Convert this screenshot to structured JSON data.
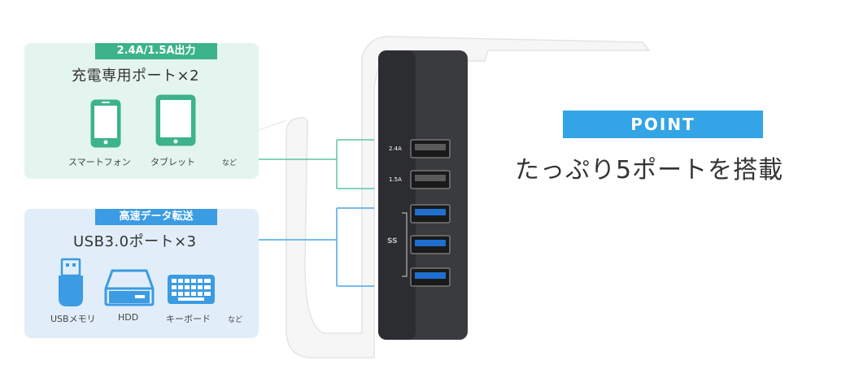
{
  "charge_panel": {
    "badge": "2.4A/1.5A出力",
    "title": "充電専用ポート×2",
    "items": [
      {
        "label": "スマートフォン",
        "icon": "smartphone-icon"
      },
      {
        "label": "タブレット",
        "icon": "tablet-icon"
      }
    ],
    "etc": "など"
  },
  "usb3_panel": {
    "badge": "高速データ転送",
    "title": "USB3.0ポート×3",
    "items": [
      {
        "label": "USBメモリ",
        "icon": "usb-memory-icon"
      },
      {
        "label": "HDD",
        "icon": "hdd-icon"
      },
      {
        "label": "キーボード",
        "icon": "keyboard-icon"
      }
    ],
    "etc": "など"
  },
  "device": {
    "port_labels": [
      "2.4A",
      "1.5A"
    ],
    "ss_logo": "SS"
  },
  "point": {
    "badge": "POINT",
    "headline": "たっぷり5ポートを搭載"
  },
  "colors": {
    "green": "#3cb38a",
    "blue": "#3b9be3",
    "point_blue": "#33a4e6",
    "usb3_blue": "#1e6fd0"
  }
}
